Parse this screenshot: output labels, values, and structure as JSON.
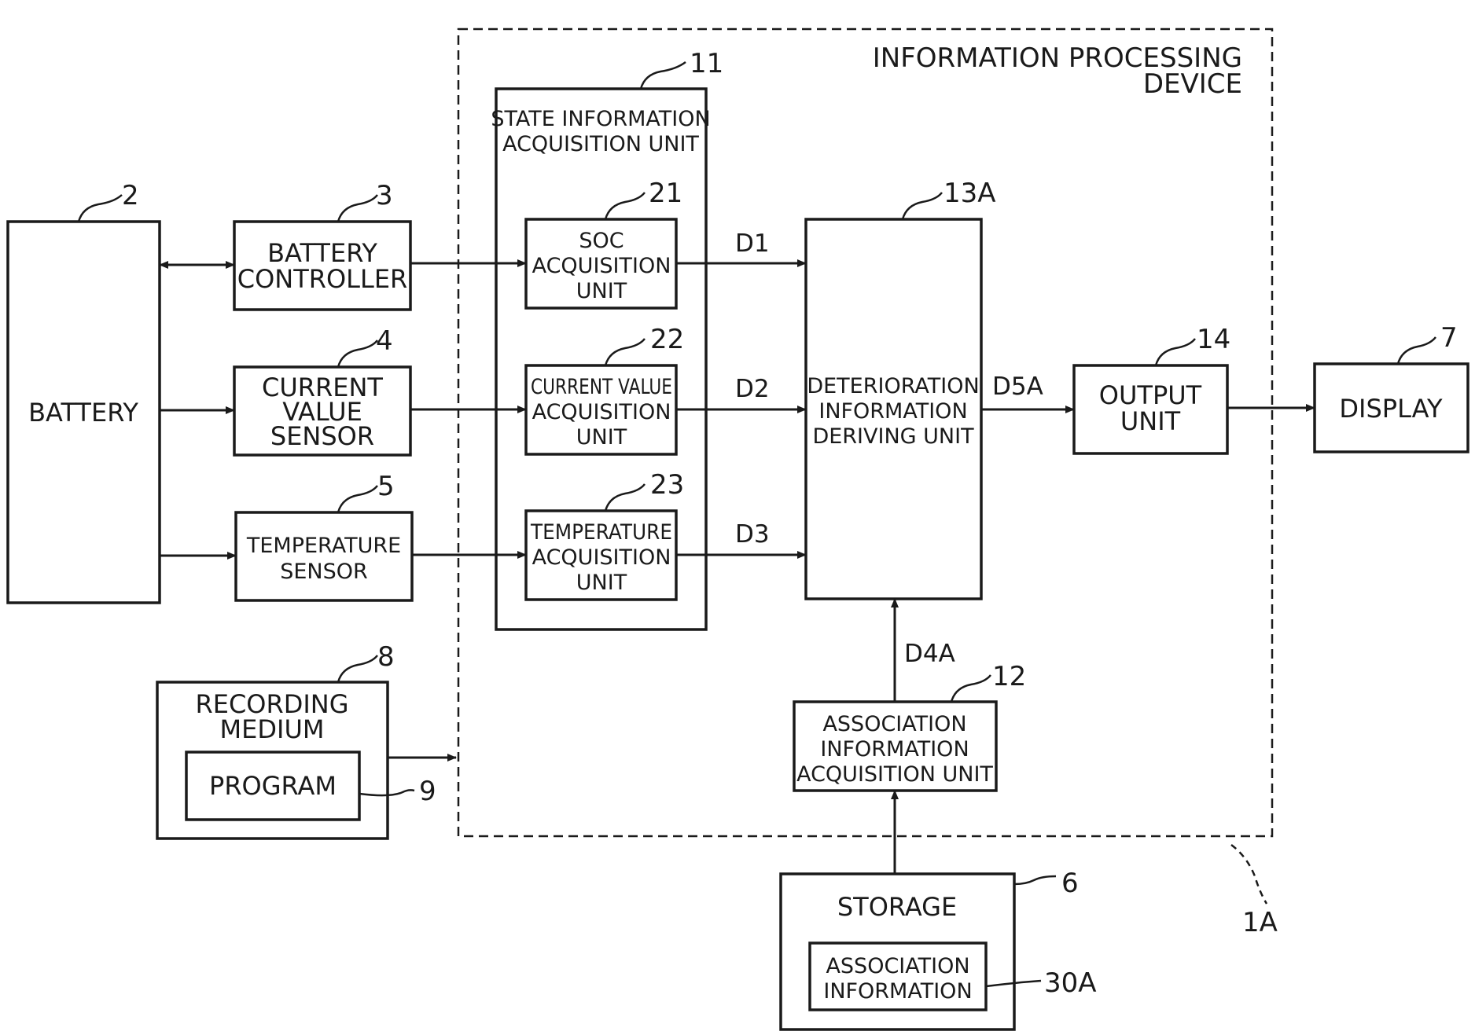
{
  "device": {
    "title_line1": "INFORMATION PROCESSING",
    "title_line2": "DEVICE",
    "ref": "1A"
  },
  "battery": {
    "label": "BATTERY",
    "ref": "2"
  },
  "battery_controller": {
    "line1": "BATTERY",
    "line2": "CONTROLLER",
    "ref": "3"
  },
  "current_sensor": {
    "line1": "CURRENT",
    "line2": "VALUE",
    "line3": "SENSOR",
    "ref": "4"
  },
  "temp_sensor": {
    "line1": "TEMPERATURE",
    "line2": "SENSOR",
    "ref": "5"
  },
  "state_unit": {
    "line1": "STATE INFORMATION",
    "line2": "ACQUISITION UNIT",
    "ref": "11"
  },
  "soc_unit": {
    "line1": "SOC",
    "line2": "ACQUISITION",
    "line3": "UNIT",
    "ref": "21"
  },
  "current_unit": {
    "line1": "CURRENT VALUE",
    "line2": "ACQUISITION",
    "line3": "UNIT",
    "ref": "22"
  },
  "temp_unit": {
    "line1": "TEMPERATURE",
    "line2": "ACQUISITION",
    "line3": "UNIT",
    "ref": "23"
  },
  "deriving_unit": {
    "line1": "DETERIORATION",
    "line2": "INFORMATION",
    "line3": "DERIVING UNIT",
    "ref": "13A"
  },
  "output_unit": {
    "line1": "OUTPUT",
    "line2": "UNIT",
    "ref": "14"
  },
  "display": {
    "label": "DISPLAY",
    "ref": "7"
  },
  "association_unit": {
    "line1": "ASSOCIATION",
    "line2": "INFORMATION",
    "line3": "ACQUISITION UNIT",
    "ref": "12"
  },
  "recording_medium": {
    "line1": "RECORDING",
    "line2": "MEDIUM",
    "ref": "8"
  },
  "program": {
    "label": "PROGRAM",
    "ref": "9"
  },
  "storage": {
    "label": "STORAGE",
    "ref": "6"
  },
  "association_info": {
    "line1": "ASSOCIATION",
    "line2": "INFORMATION",
    "ref": "30A"
  },
  "signals": {
    "d1": "D1",
    "d2": "D2",
    "d3": "D3",
    "d4a": "D4A",
    "d5a": "D5A"
  }
}
